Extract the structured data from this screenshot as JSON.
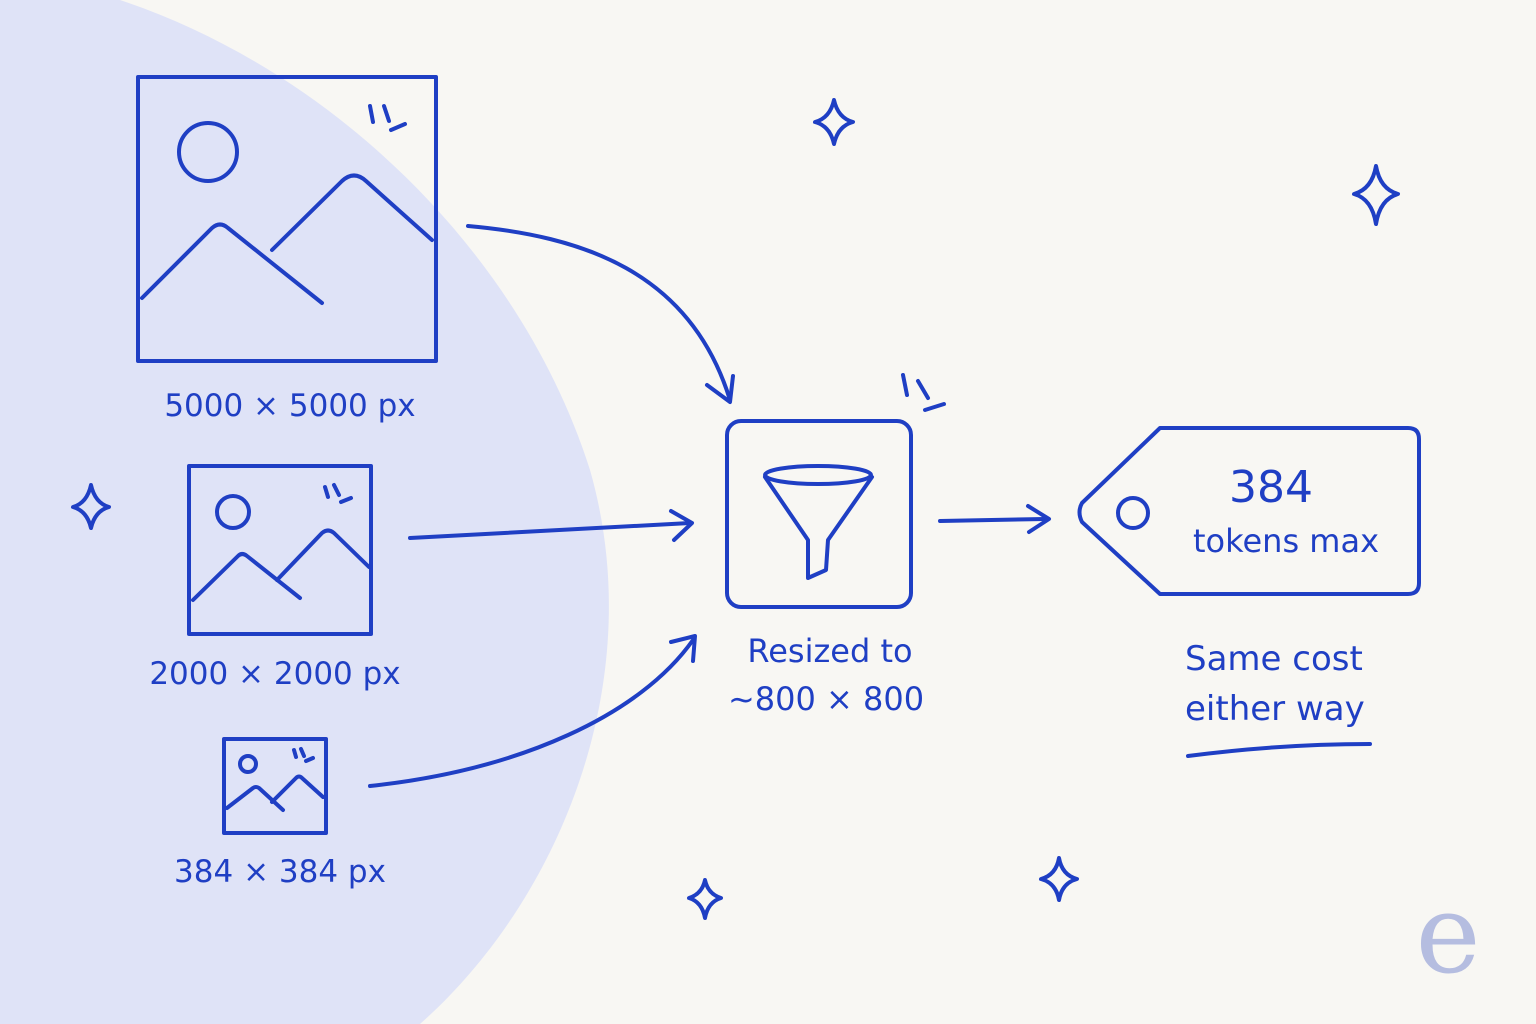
{
  "colors": {
    "ink": "#1f3fc4",
    "background": "#f8f7f3",
    "blob": "#dfe3f7",
    "logo": "#b5bde0"
  },
  "inputs": [
    {
      "label": "5000 × 5000 px",
      "icon": "image-icon"
    },
    {
      "label": "2000 × 2000 px",
      "icon": "image-icon"
    },
    {
      "label": "384 × 384 px",
      "icon": "image-icon"
    }
  ],
  "resizer": {
    "icon": "funnel-icon",
    "line1": "Resized to",
    "line2": "~800 × 800"
  },
  "tag": {
    "icon": "price-tag-icon",
    "value": "384",
    "unit": "tokens max"
  },
  "note": {
    "line1": "Same cost",
    "line2": "either way"
  },
  "logo": {
    "text": "e"
  }
}
